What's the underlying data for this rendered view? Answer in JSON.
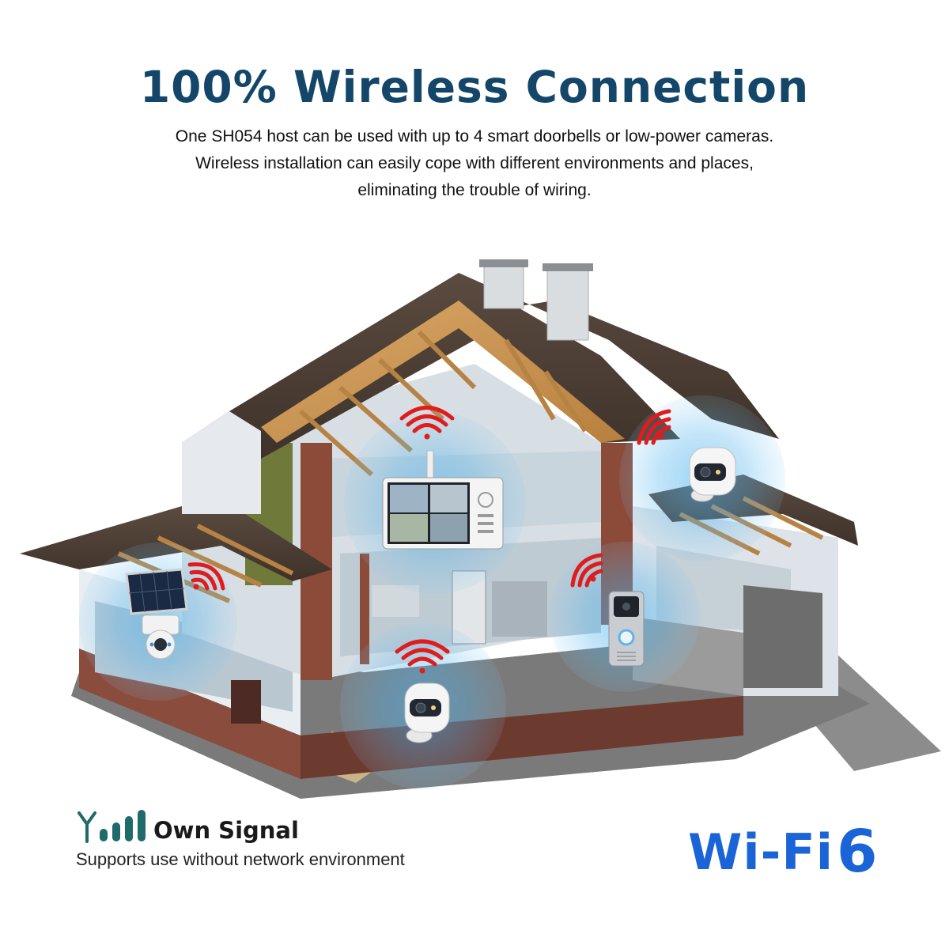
{
  "headline": "100% Wireless Connection",
  "description": [
    "One SH054 host can be used with up to 4 smart doorbells or low-power cameras.",
    "Wireless installation can easily cope with different environments and places,",
    "eliminating the trouble of wiring."
  ],
  "devices": [
    {
      "name": "monitor-host",
      "icon": "tablet-monitor-icon"
    },
    {
      "name": "indoor-camera-upper-right",
      "icon": "camera-icon"
    },
    {
      "name": "solar-ptz-camera",
      "icon": "solar-camera-icon"
    },
    {
      "name": "video-doorbell",
      "icon": "doorbell-icon"
    },
    {
      "name": "indoor-camera-bottom",
      "icon": "camera-icon"
    }
  ],
  "signal": {
    "icon": "antenna-signal-icon",
    "title": "Own Signal",
    "subtitle": "Supports use without network environment"
  },
  "wifi": {
    "word": "Wi-Fi",
    "number": "6",
    "color": "#1a64d8"
  },
  "colors": {
    "headline": "#134669",
    "signal_waves": "#e21b1b",
    "halo": "#3aa2e8"
  }
}
